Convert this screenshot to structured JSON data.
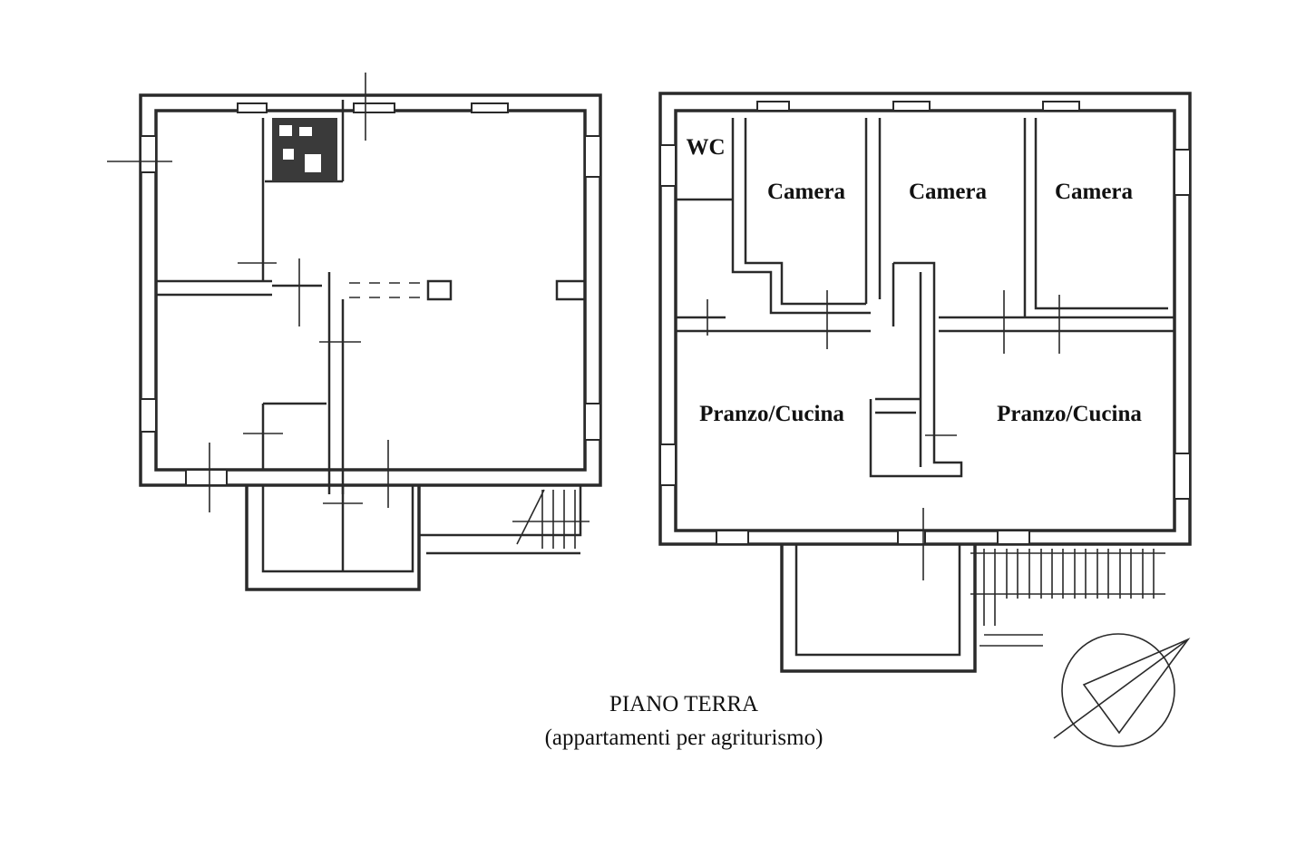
{
  "plan_right": {
    "rooms": [
      {
        "label": "WC"
      },
      {
        "label": "Camera"
      },
      {
        "label": "Camera"
      },
      {
        "label": "Camera"
      },
      {
        "label": "Pranzo/Cucina"
      },
      {
        "label": "Pranzo/Cucina"
      }
    ]
  },
  "caption": {
    "title": "PIANO TERRA",
    "subtitle": "(appartamenti per agriturismo)"
  },
  "compass": {
    "icon": "north-arrow-icon"
  }
}
